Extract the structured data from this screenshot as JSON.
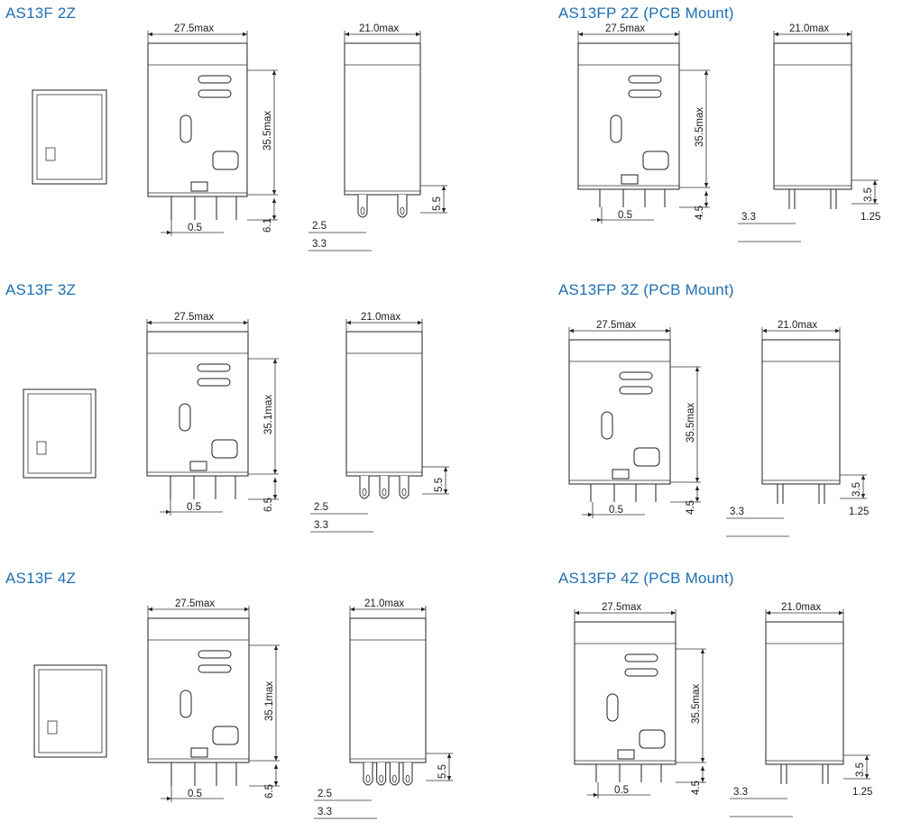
{
  "sections": [
    {
      "id": "s1",
      "title": "AS13F 2Z",
      "height_label": "35.5max",
      "pin_label": "6.1",
      "socket_label": "5.5",
      "width_label": "27.5max",
      "depth_label": "21.0max",
      "pin_pitch_label": "0.5",
      "side_labels": [
        "2.5",
        "3.3"
      ]
    },
    {
      "id": "s2",
      "title": "AS13FP 2Z (PCB Mount)",
      "height_label": "35.5max",
      "pin_label": "4.5",
      "socket_label": "3.5",
      "width_label": "27.5max",
      "depth_label": "21.0max",
      "pin_pitch_label": "0.5",
      "side_labels": [
        "3.3",
        "1.25"
      ]
    },
    {
      "id": "s3",
      "title": "AS13F 3Z",
      "height_label": "35.1max",
      "pin_label": "6.5",
      "socket_label": "5.5",
      "width_label": "27.5max",
      "depth_label": "21.0max",
      "pin_pitch_label": "0.5",
      "side_labels": [
        "2.5",
        "3.3"
      ]
    },
    {
      "id": "s4",
      "title": "AS13FP 3Z (PCB Mount)",
      "height_label": "35.5max",
      "pin_label": "4.5",
      "socket_label": "3.5",
      "width_label": "27.5max",
      "depth_label": "21.0max",
      "pin_pitch_label": "0.5",
      "side_labels": [
        "3.3",
        "1.25"
      ]
    },
    {
      "id": "s5",
      "title": "AS13F 4Z",
      "height_label": "35.1max",
      "pin_label": "6.5",
      "socket_label": "5.5",
      "width_label": "27.5max",
      "depth_label": "21.0max",
      "pin_pitch_label": "0.5",
      "side_labels": [
        "2.5",
        "3.3"
      ]
    },
    {
      "id": "s6",
      "title": "AS13FP 4Z (PCB Mount)",
      "height_label": "35.5max",
      "pin_label": "4.5",
      "socket_label": "3.5",
      "width_label": "27.5max",
      "depth_label": "21.0max",
      "pin_pitch_label": "0.5",
      "side_labels": [
        "3.3",
        "1.25"
      ]
    }
  ],
  "colors": {
    "title": "#1f6fb2",
    "line": "#222222",
    "background": "#ffffff"
  }
}
